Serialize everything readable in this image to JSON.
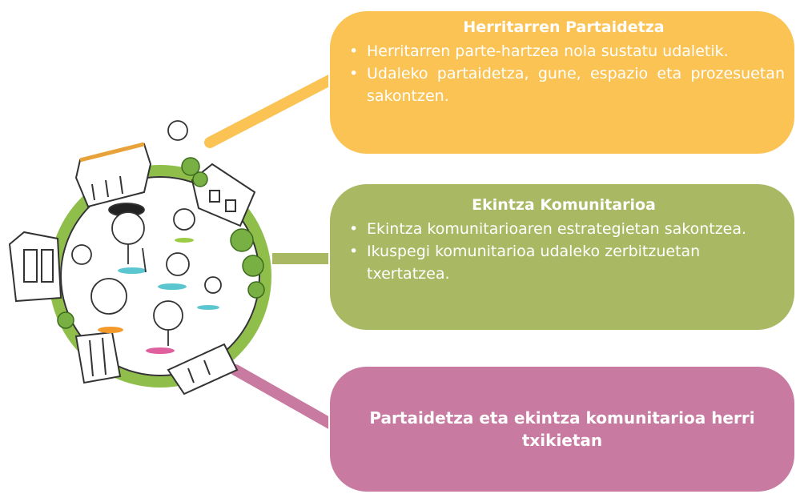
{
  "colors": {
    "box_yellow": "#fbc354",
    "box_green": "#a9b862",
    "box_pink": "#c87aa0"
  },
  "icons": [
    "community-globe-illustration"
  ],
  "boxes": [
    {
      "title": "Herritarren Partaidetza",
      "bullets": [
        "Herritarren parte-hartzea nola sustatu udaletik.",
        "Udaleko partaidetza, gune, espazio eta prozesuetan sakontzen."
      ]
    },
    {
      "title": "Ekintza Komunitarioa",
      "bullets": [
        "Ekintza komunitarioaren estrategietan sakontzea.",
        "Ikuspegi komunitarioa udaleko zerbitzuetan txertatzea."
      ]
    },
    {
      "title": "Partaidetza eta ekintza komunitarioa herri txikietan"
    }
  ]
}
